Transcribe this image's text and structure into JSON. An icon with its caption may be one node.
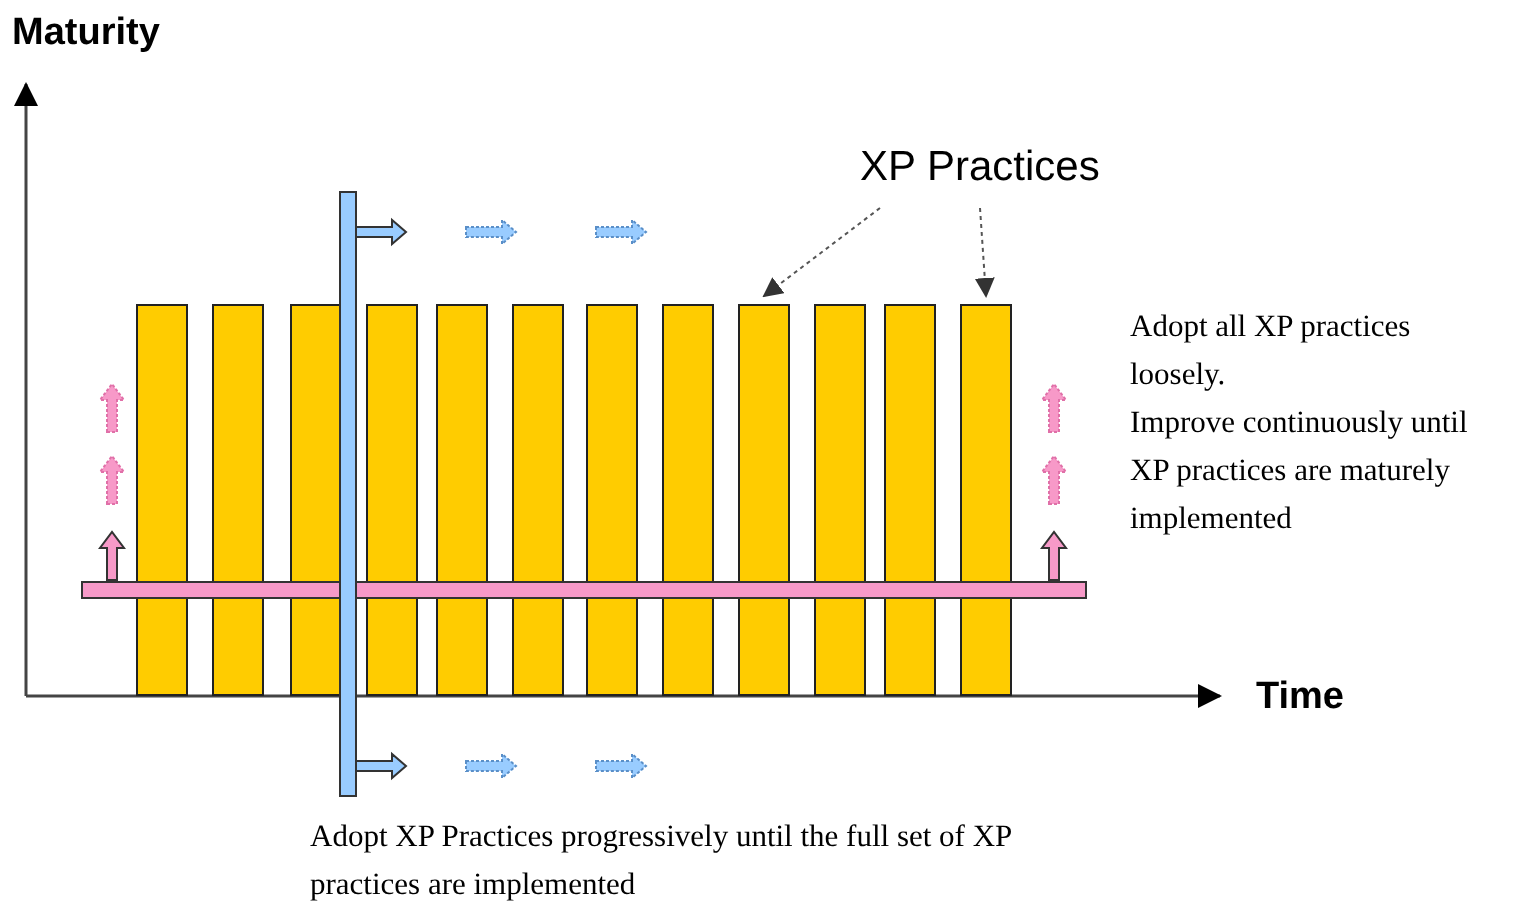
{
  "diagram": {
    "nodes": [
      {
        "text": [
          "XP Practices"
        ]
      },
      {
        "text": [],
        "shape": "bar"
      },
      {
        "text": [],
        "shape": "bar"
      },
      {
        "text": [],
        "shape": "bar"
      },
      {
        "text": [],
        "shape": "bar"
      },
      {
        "text": [],
        "shape": "bar"
      },
      {
        "text": [],
        "shape": "bar"
      },
      {
        "text": [],
        "shape": "bar"
      },
      {
        "text": [],
        "shape": "bar"
      },
      {
        "text": [],
        "shape": "bar"
      },
      {
        "text": [],
        "shape": "bar"
      },
      {
        "text": [],
        "shape": "bar"
      },
      {
        "text": [],
        "shape": "bar"
      }
    ],
    "edges": [
      {
        "from": 0,
        "to": 9,
        "arrow": "to",
        "style": "dashed"
      },
      {
        "from": 0,
        "to": 12,
        "arrow": "to",
        "style": "dashed"
      }
    ],
    "labels": [
      "Maturity",
      "Time",
      "Adopt all XP practices loosely.",
      "Improve continuously until XP practices are maturely implemented",
      "Adopt XP Practices progressively until the full set of XP practices are implemented"
    ]
  }
}
